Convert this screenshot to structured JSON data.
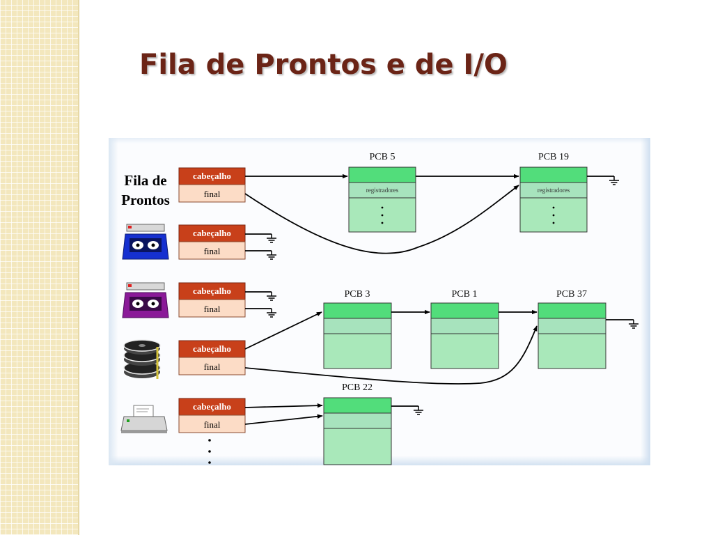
{
  "slide": {
    "title": "Fila de Prontos e de I/O"
  },
  "diagram": {
    "ready_queue_label": [
      "Fila de",
      "Prontos"
    ],
    "header_label": "cabeçalho",
    "tail_label": "final",
    "pcbs": [
      "PCB 5",
      "PCB 19",
      "PCB 3",
      "PCB 1",
      "PCB 37",
      "PCB 22"
    ],
    "registers_label": "registradores",
    "device_icons": [
      "tape-drive-icon",
      "tape-drive-icon",
      "disk-icon",
      "printer-icon"
    ],
    "colors": {
      "header_fill": "#c8401a",
      "tail_fill": "#fcdcc6",
      "pcb_top": "#52dd7b",
      "pcb_mid": "#a7e3bd",
      "pcb_body": "#a9e8ba",
      "title": "#6b2416"
    }
  }
}
